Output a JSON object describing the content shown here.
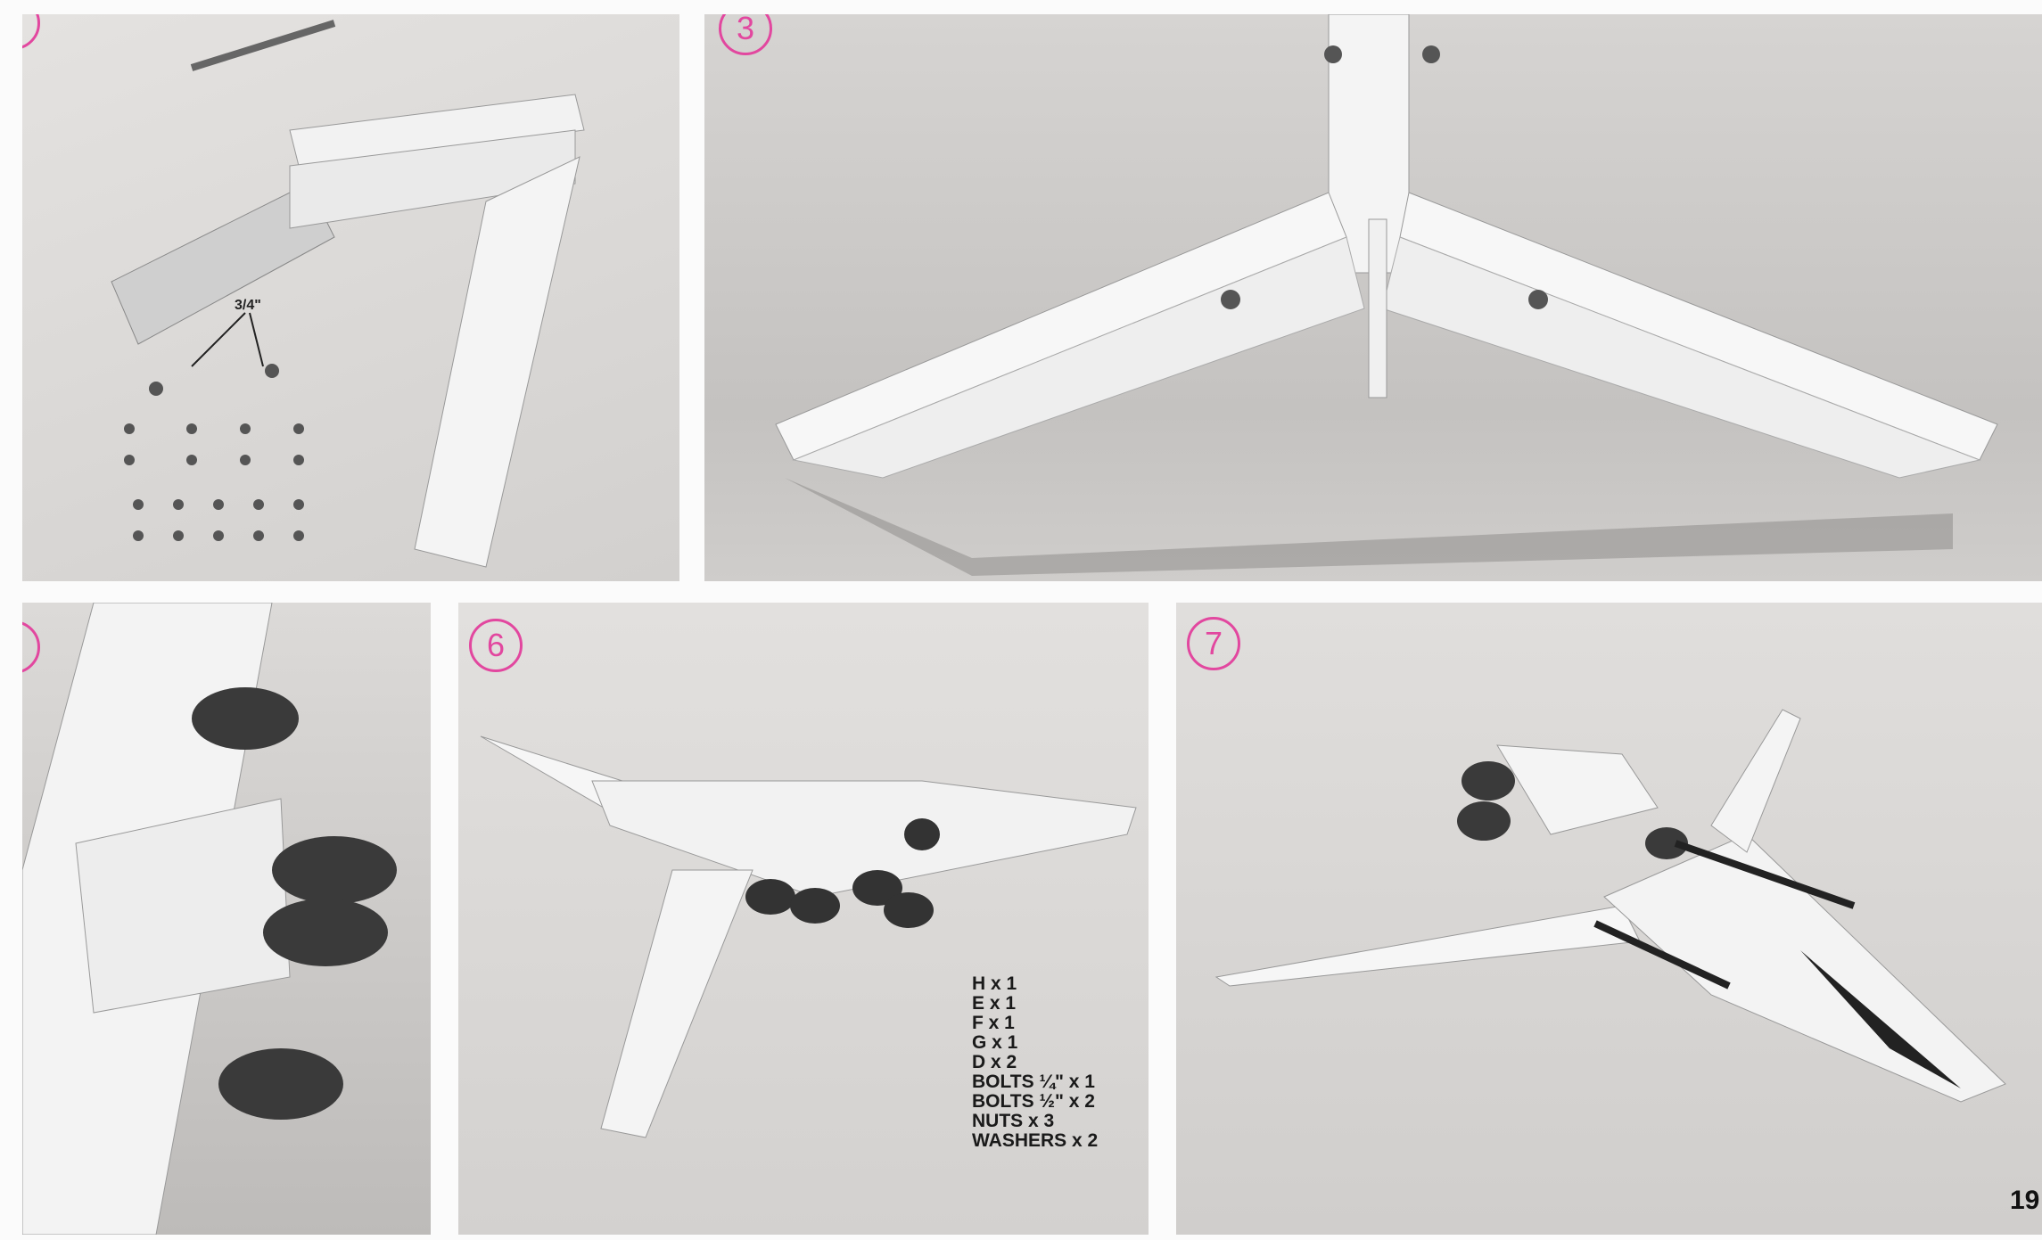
{
  "page_number": "19",
  "steps": [
    {
      "number": "",
      "partial": true
    },
    {
      "number": "3"
    },
    {
      "number": "",
      "partial": true
    },
    {
      "number": "6"
    },
    {
      "number": "7"
    }
  ],
  "panel_labels": {
    "bolt_size": "3/4\""
  },
  "parts_list": [
    "H x 1",
    "E x 1",
    "F x 1",
    "G x 1",
    "D x 2",
    "BOLTS ¼\" x 1",
    "BOLTS ½\" x 2",
    "NUTS x 3",
    "WASHERS x 2"
  ],
  "accent_color": "#e2479f"
}
